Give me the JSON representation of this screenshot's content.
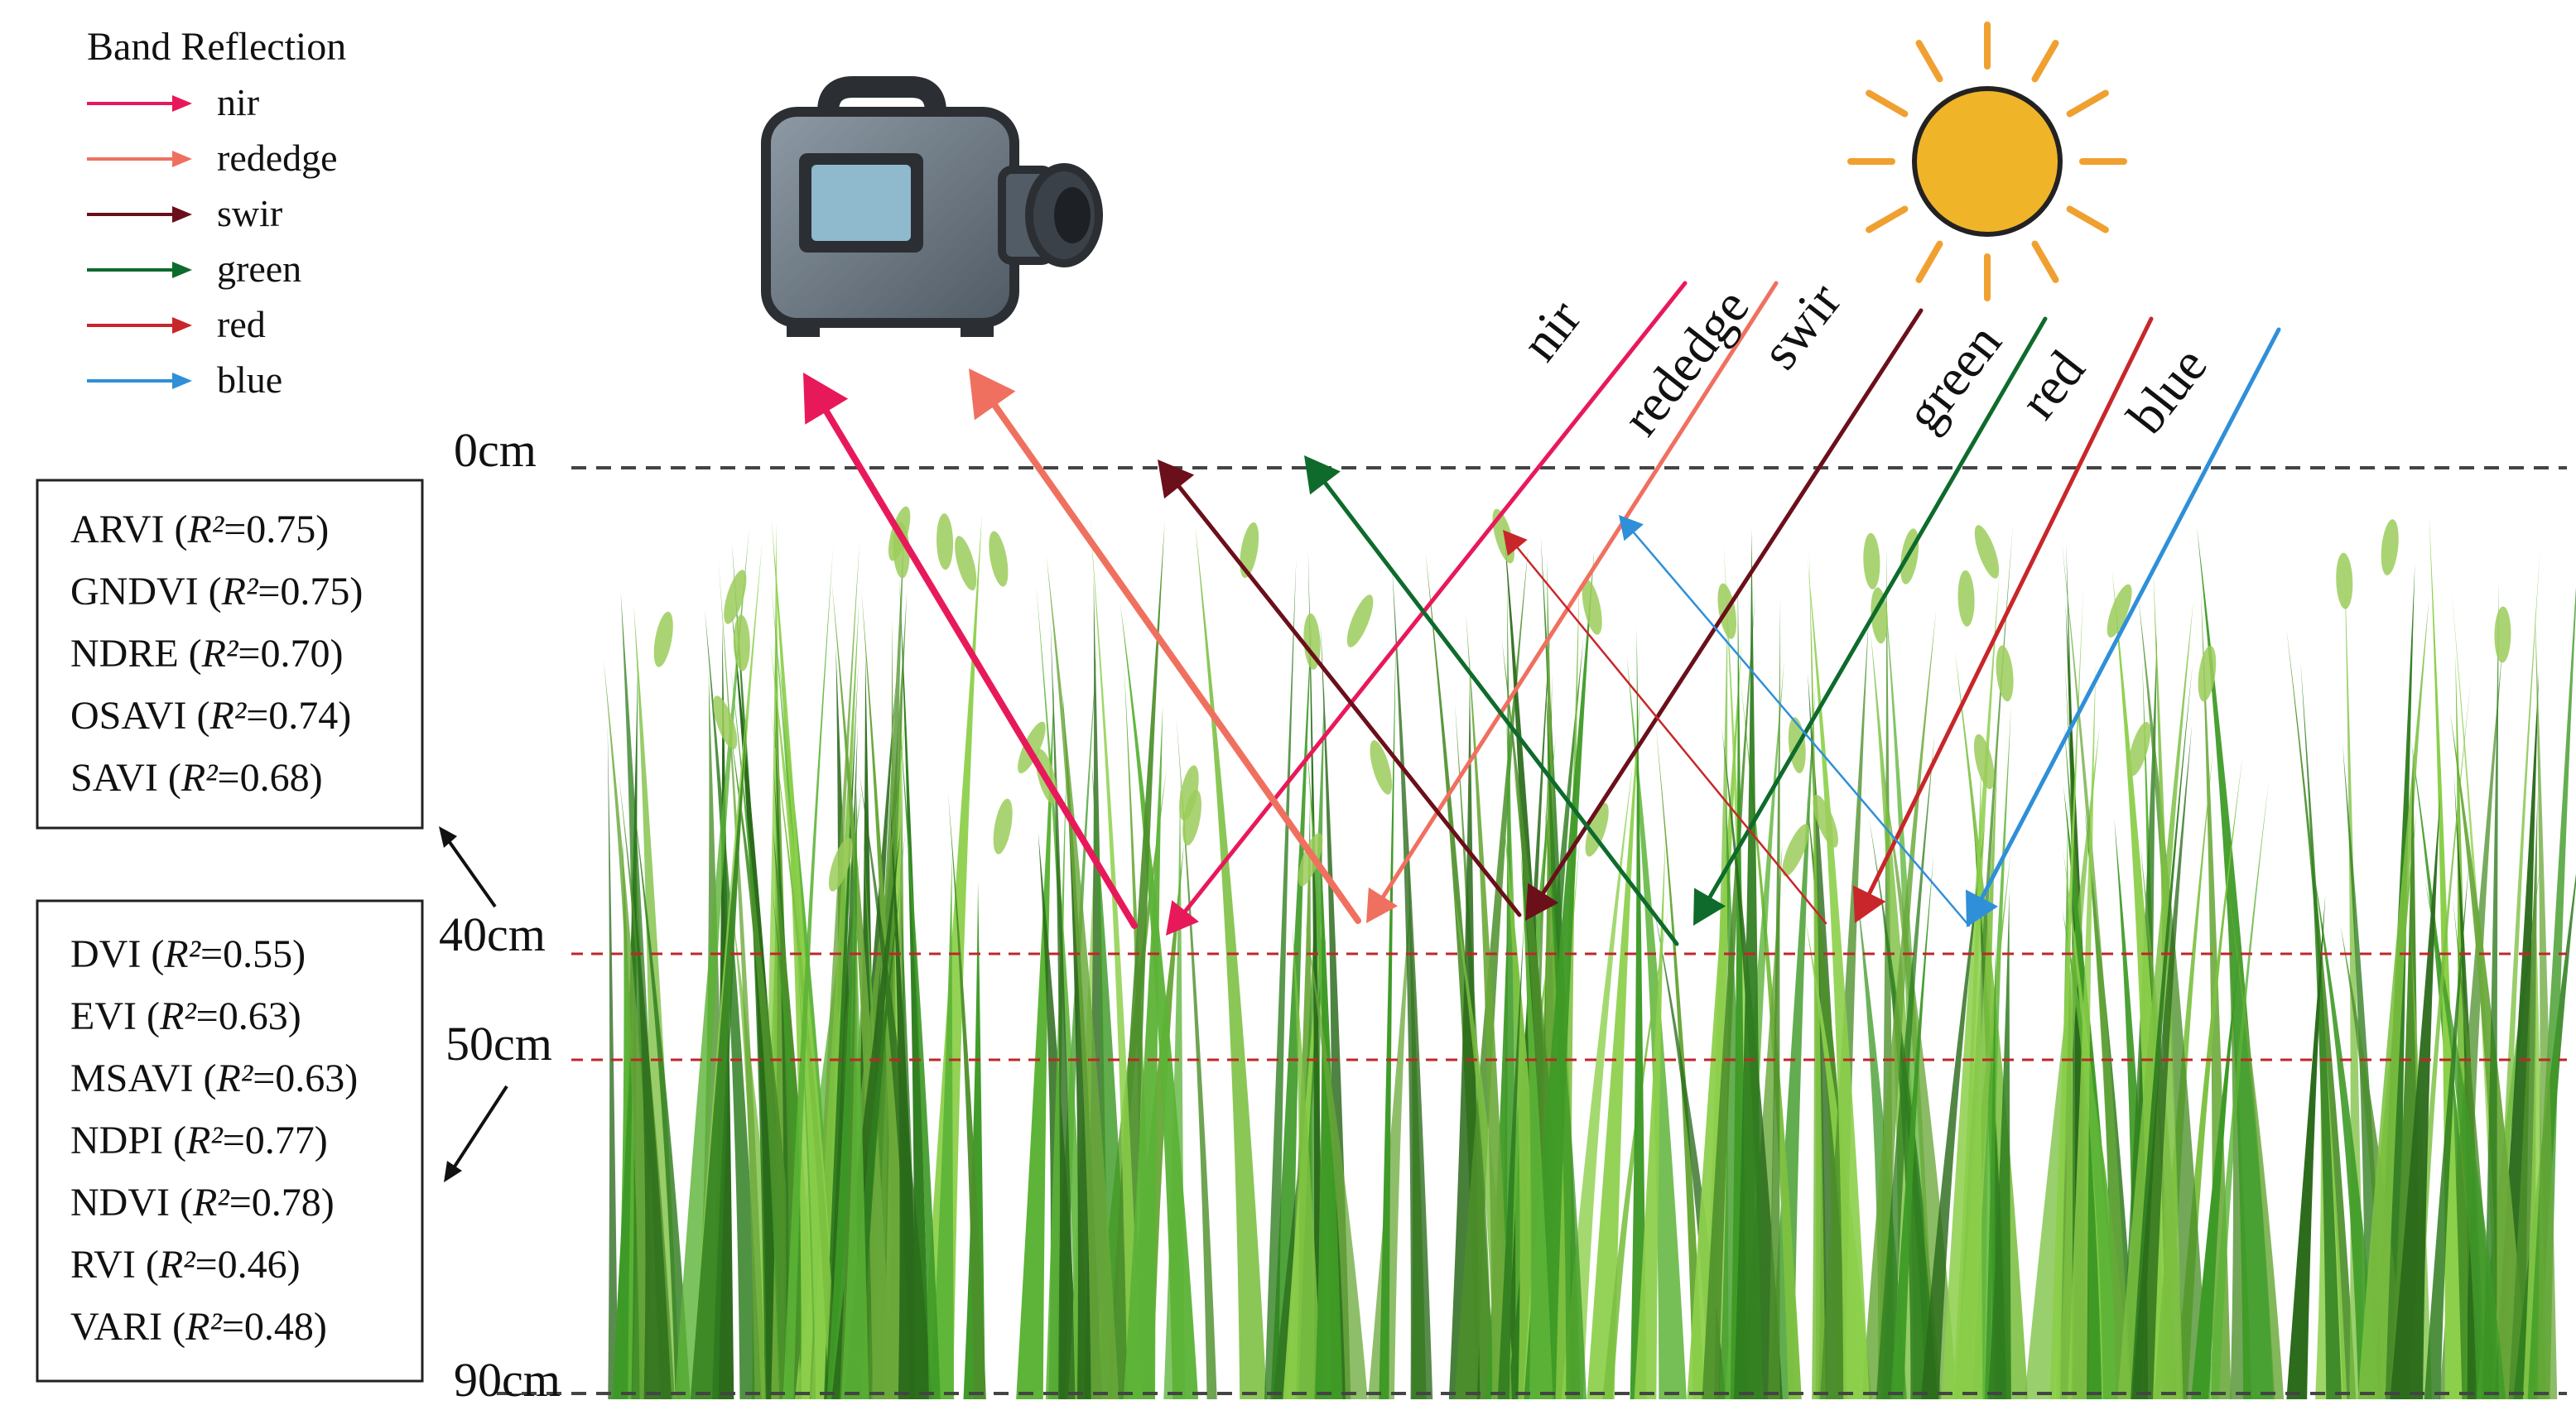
{
  "legend": {
    "title": "Band Reflection",
    "items": [
      {
        "label": "nir",
        "color": "#e8195a"
      },
      {
        "label": "rededge",
        "color": "#f07060"
      },
      {
        "label": "swir",
        "color": "#6b0f1a"
      },
      {
        "label": "green",
        "color": "#0e6b2c"
      },
      {
        "label": "red",
        "color": "#c8262a"
      },
      {
        "label": "blue",
        "color": "#2f8fd8"
      }
    ]
  },
  "depths": {
    "d0": "0cm",
    "d40": "40cm",
    "d50": "50cm",
    "d90": "90cm"
  },
  "upper_box": {
    "rows": [
      {
        "name": "ARVI",
        "r2": "=0.75"
      },
      {
        "name": "GNDVI",
        "r2": "=0.75"
      },
      {
        "name": "NDRE",
        "r2": "=0.70"
      },
      {
        "name": "OSAVI",
        "r2": "=0.74"
      },
      {
        "name": "SAVI",
        "r2": "=0.68"
      }
    ]
  },
  "lower_box": {
    "rows": [
      {
        "name": "DVI",
        "r2": "=0.55"
      },
      {
        "name": "EVI",
        "r2": "=0.63"
      },
      {
        "name": "MSAVI",
        "r2": "=0.63"
      },
      {
        "name": "NDPI",
        "r2": "=0.77"
      },
      {
        "name": "NDVI",
        "r2": "=0.78"
      },
      {
        "name": "RVI",
        "r2": "=0.46"
      },
      {
        "name": "VARI",
        "r2": "=0.48"
      }
    ]
  },
  "r2_symbol": "R²",
  "band_labels": [
    "nir",
    "rededge",
    "swir",
    "green",
    "red",
    "blue"
  ],
  "colors": {
    "line_0cm": "#444444",
    "line_40_50": "#c0262a",
    "sun": "#f0b429",
    "grass_dark": "#2f7d1f",
    "grass_light": "#7cc041"
  }
}
